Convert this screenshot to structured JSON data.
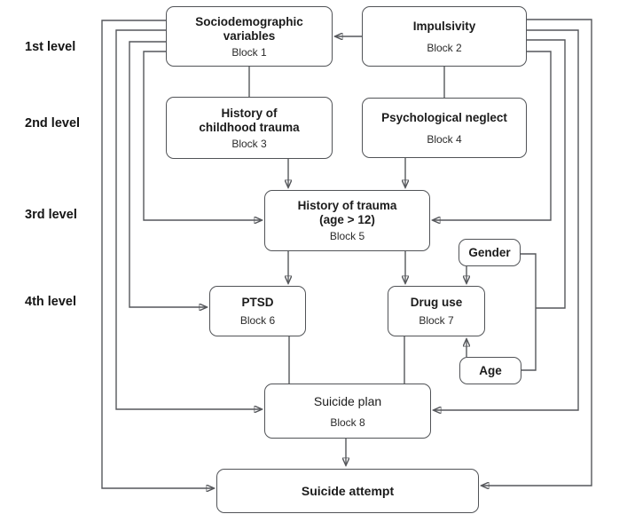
{
  "figure": {
    "levels": [
      {
        "label": "1st level"
      },
      {
        "label": "2nd level"
      },
      {
        "label": "3rd level"
      },
      {
        "label": "4th level"
      }
    ],
    "boxes": {
      "block1": {
        "line1": "Sociodemographic",
        "line2": "variables",
        "block": "Block 1"
      },
      "block2": {
        "line1": "Impulsivity",
        "block": "Block 2"
      },
      "block3": {
        "line1": "History of",
        "line2": "childhood trauma",
        "block": "Block 3"
      },
      "block4": {
        "line1": "Psychological neglect",
        "block": "Block 4"
      },
      "block5": {
        "line1": "History of trauma",
        "line2": "(age > 12)",
        "block": "Block 5"
      },
      "block6": {
        "line1": "PTSD",
        "block": "Block 6"
      },
      "block7": {
        "line1": "Drug use",
        "block": "Block 7"
      },
      "block8": {
        "line1": "Suicide plan",
        "block": "Block 8"
      },
      "gender": {
        "line1": "Gender"
      },
      "age": {
        "line1": "Age"
      },
      "attempt": {
        "line1": "Suicide attempt"
      }
    },
    "colors": {
      "line": "#55575b",
      "arrowhead": "#1e1e1e",
      "box_border": "#515357",
      "text": "#1b1b1b",
      "background": "#ffffff"
    }
  }
}
